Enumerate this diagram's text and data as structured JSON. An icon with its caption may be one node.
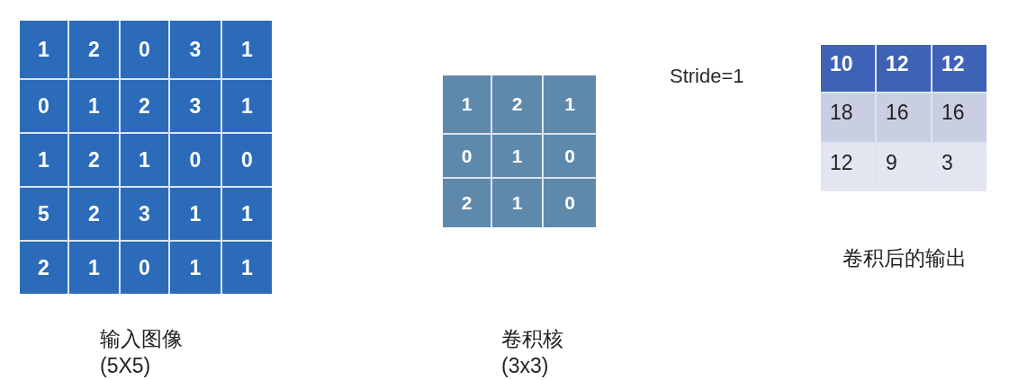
{
  "diagram": {
    "nodes": [
      {
        "text": [],
        "shape": "box",
        "beside": [
          "输入图像 (5X5)"
        ]
      },
      {
        "text": [
          "1"
        ],
        "in": 0
      },
      {
        "text": [
          "2"
        ],
        "in": 0
      },
      {
        "text": [
          "0"
        ],
        "in": 0
      },
      {
        "text": [
          "3"
        ],
        "in": 0
      },
      {
        "text": [
          "1"
        ],
        "in": 0
      },
      {
        "text": [
          "0"
        ],
        "in": 0
      },
      {
        "text": [
          "1"
        ],
        "in": 0
      },
      {
        "text": [
          "2"
        ],
        "in": 0
      },
      {
        "text": [
          "3"
        ],
        "in": 0
      },
      {
        "text": [
          "1"
        ],
        "in": 0
      },
      {
        "text": [
          "1"
        ],
        "in": 0
      },
      {
        "text": [
          "2"
        ],
        "in": 0
      },
      {
        "text": [
          "1"
        ],
        "in": 0
      },
      {
        "text": [
          "0"
        ],
        "in": 0
      },
      {
        "text": [
          "0"
        ],
        "in": 0
      },
      {
        "text": [
          "5"
        ],
        "in": 0
      },
      {
        "text": [
          "2"
        ],
        "in": 0
      },
      {
        "text": [
          "3"
        ],
        "in": 0
      },
      {
        "text": [
          "1"
        ],
        "in": 0
      },
      {
        "text": [
          "1"
        ],
        "in": 0
      },
      {
        "text": [
          "2"
        ],
        "in": 0
      },
      {
        "text": [
          "1"
        ],
        "in": 0
      },
      {
        "text": [
          "0"
        ],
        "in": 0
      },
      {
        "text": [
          "1"
        ],
        "in": 0
      },
      {
        "text": [
          "1"
        ],
        "in": 0
      },
      {
        "text": [],
        "shape": "box"
      },
      {
        "text": [
          "1"
        ],
        "in": 26
      },
      {
        "text": [
          "2"
        ],
        "in": 26
      },
      {
        "text": [
          "1"
        ],
        "in": 26
      },
      {
        "text": [
          "0"
        ],
        "in": 26
      },
      {
        "text": [
          "1"
        ],
        "in": 26
      },
      {
        "text": [
          "0"
        ],
        "in": 26
      },
      {
        "text": [
          "2"
        ],
        "in": 26
      },
      {
        "text": [
          "1"
        ],
        "in": 26
      },
      {
        "text": [
          "0"
        ],
        "in": 26
      },
      {
        "text": [],
        "shape": "box",
        "beside": [
          "卷积后的输出"
        ]
      },
      {
        "text": [
          "10"
        ],
        "in": 36
      },
      {
        "text": [
          "12"
        ],
        "in": 36
      },
      {
        "text": [
          "12"
        ],
        "in": 36
      },
      {
        "text": [
          "18"
        ],
        "in": 36
      },
      {
        "text": [
          "16"
        ],
        "in": 36
      },
      {
        "text": [
          "16"
        ],
        "in": 36
      },
      {
        "text": [
          "12"
        ],
        "in": 36
      },
      {
        "text": [
          "9"
        ],
        "in": 36
      },
      {
        "text": [
          "3"
        ],
        "in": 36
      }
    ],
    "labels": [
      "Stride=1",
      "卷积核 (3x3)"
    ]
  }
}
